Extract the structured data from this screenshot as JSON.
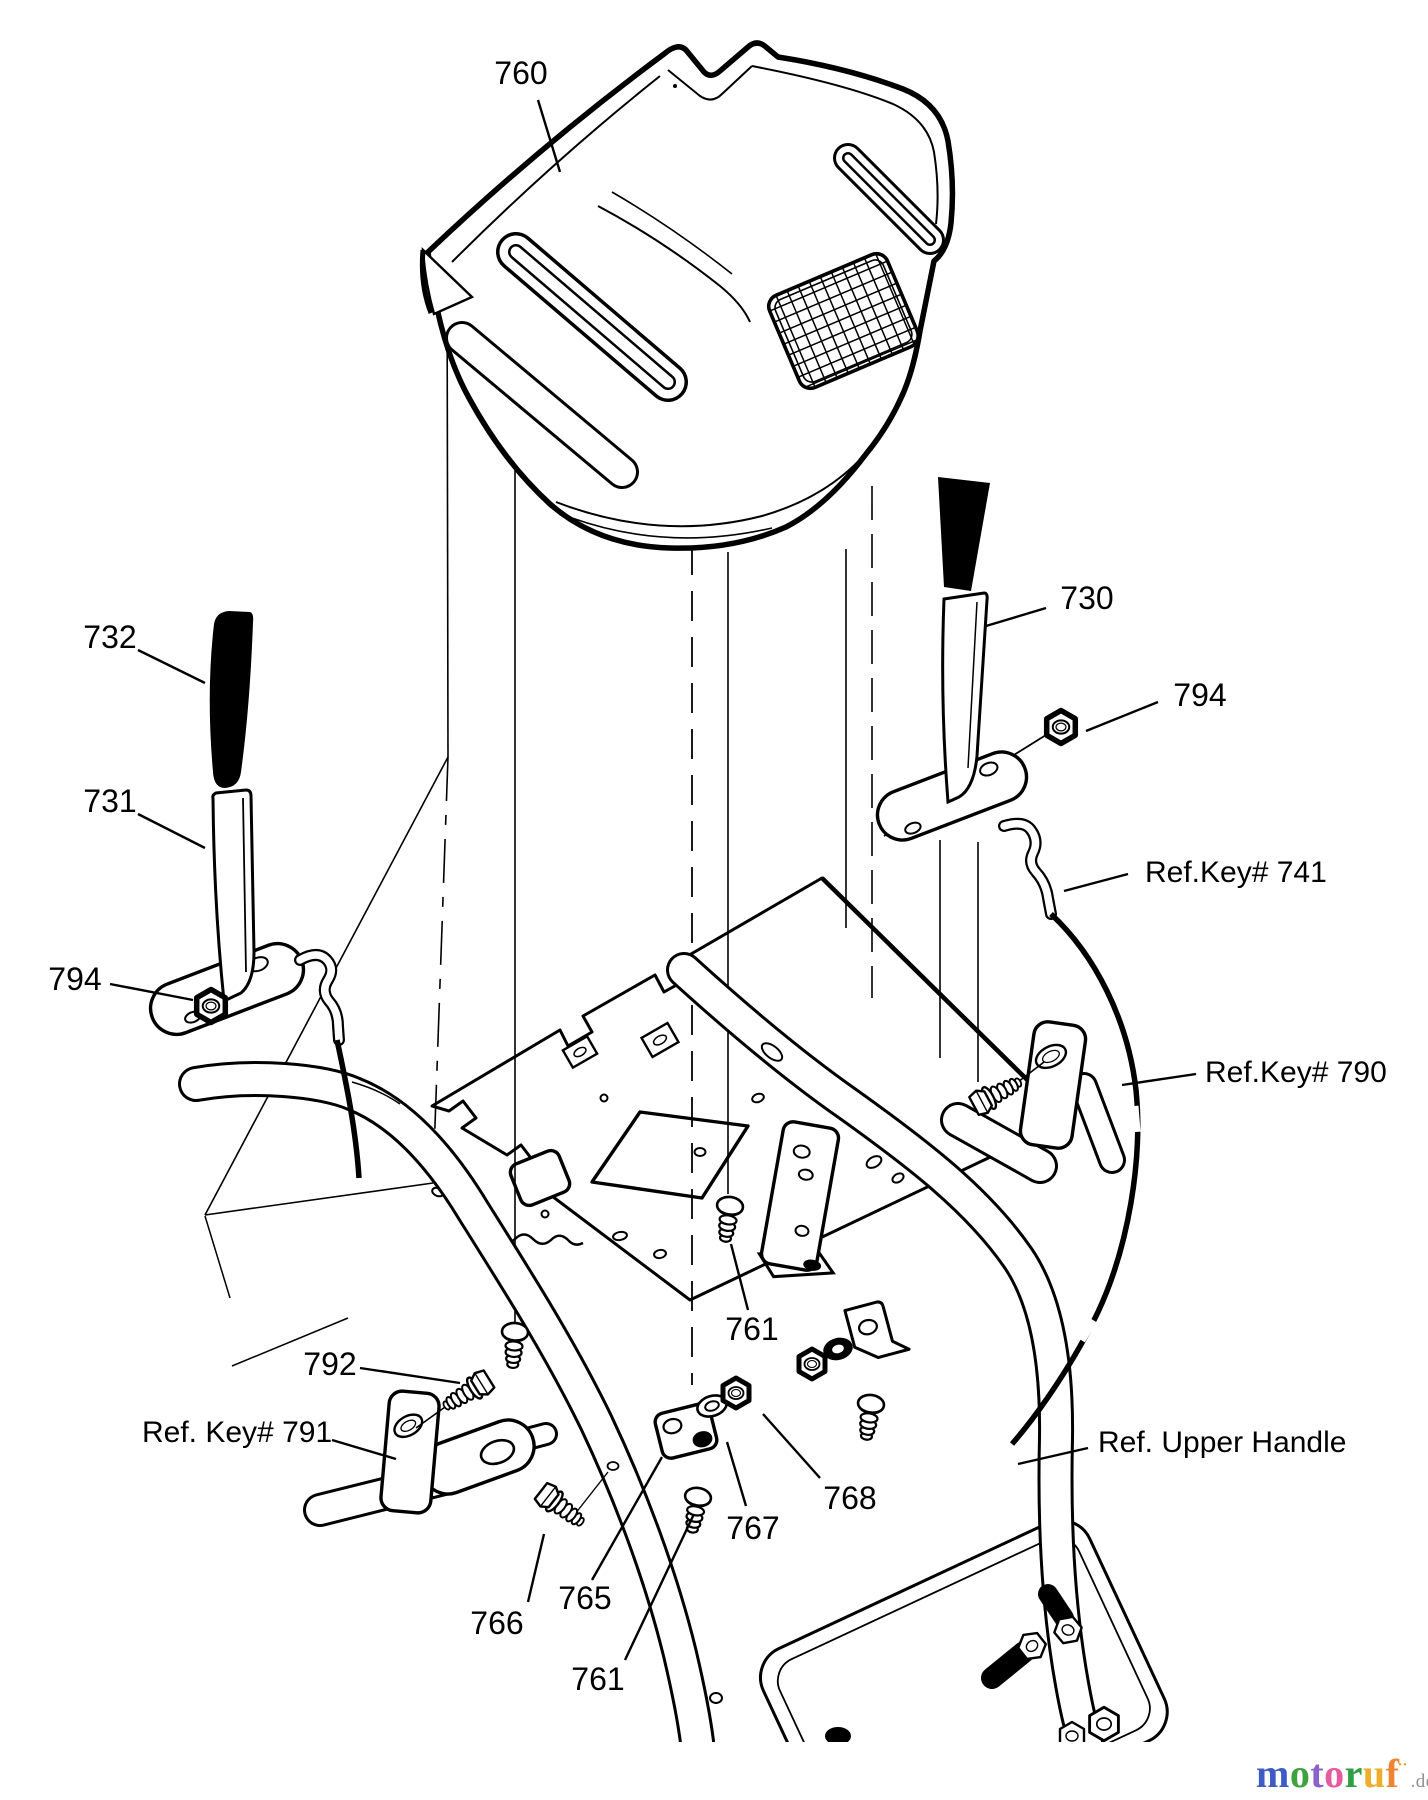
{
  "diagram": {
    "background": "#ffffff",
    "line_color": "#000000",
    "labels": {
      "l760": "760",
      "l732": "732",
      "l731": "731",
      "l794_left": "794",
      "l730": "730",
      "l794_right": "794",
      "ref_741": "Ref.Key# 741",
      "ref_790": "Ref.Key# 790",
      "l792": "792",
      "ref_791": "Ref. Key# 791",
      "l761_top": "761",
      "l768": "768",
      "l767": "767",
      "l765": "765",
      "l766": "766",
      "l761_bottom": "761",
      "ref_upper_handle": "Ref. Upper Handle"
    }
  },
  "watermark": {
    "letters": [
      {
        "ch": "m",
        "color": "#3d5cc5"
      },
      {
        "ch": "o",
        "color": "#3ea23e"
      },
      {
        "ch": "t",
        "color": "#8a63c9"
      },
      {
        "ch": "o",
        "color": "#e55ba0"
      },
      {
        "ch": "r",
        "color": "#2f9e44"
      },
      {
        "ch": "u",
        "color": "#eead2b"
      },
      {
        "ch": "f",
        "color": "#ef8432"
      }
    ],
    "tm_dots": "··",
    "tm_color": "#e8a020",
    "suffix": ".de",
    "suffix_color": "#8f8f8f"
  }
}
